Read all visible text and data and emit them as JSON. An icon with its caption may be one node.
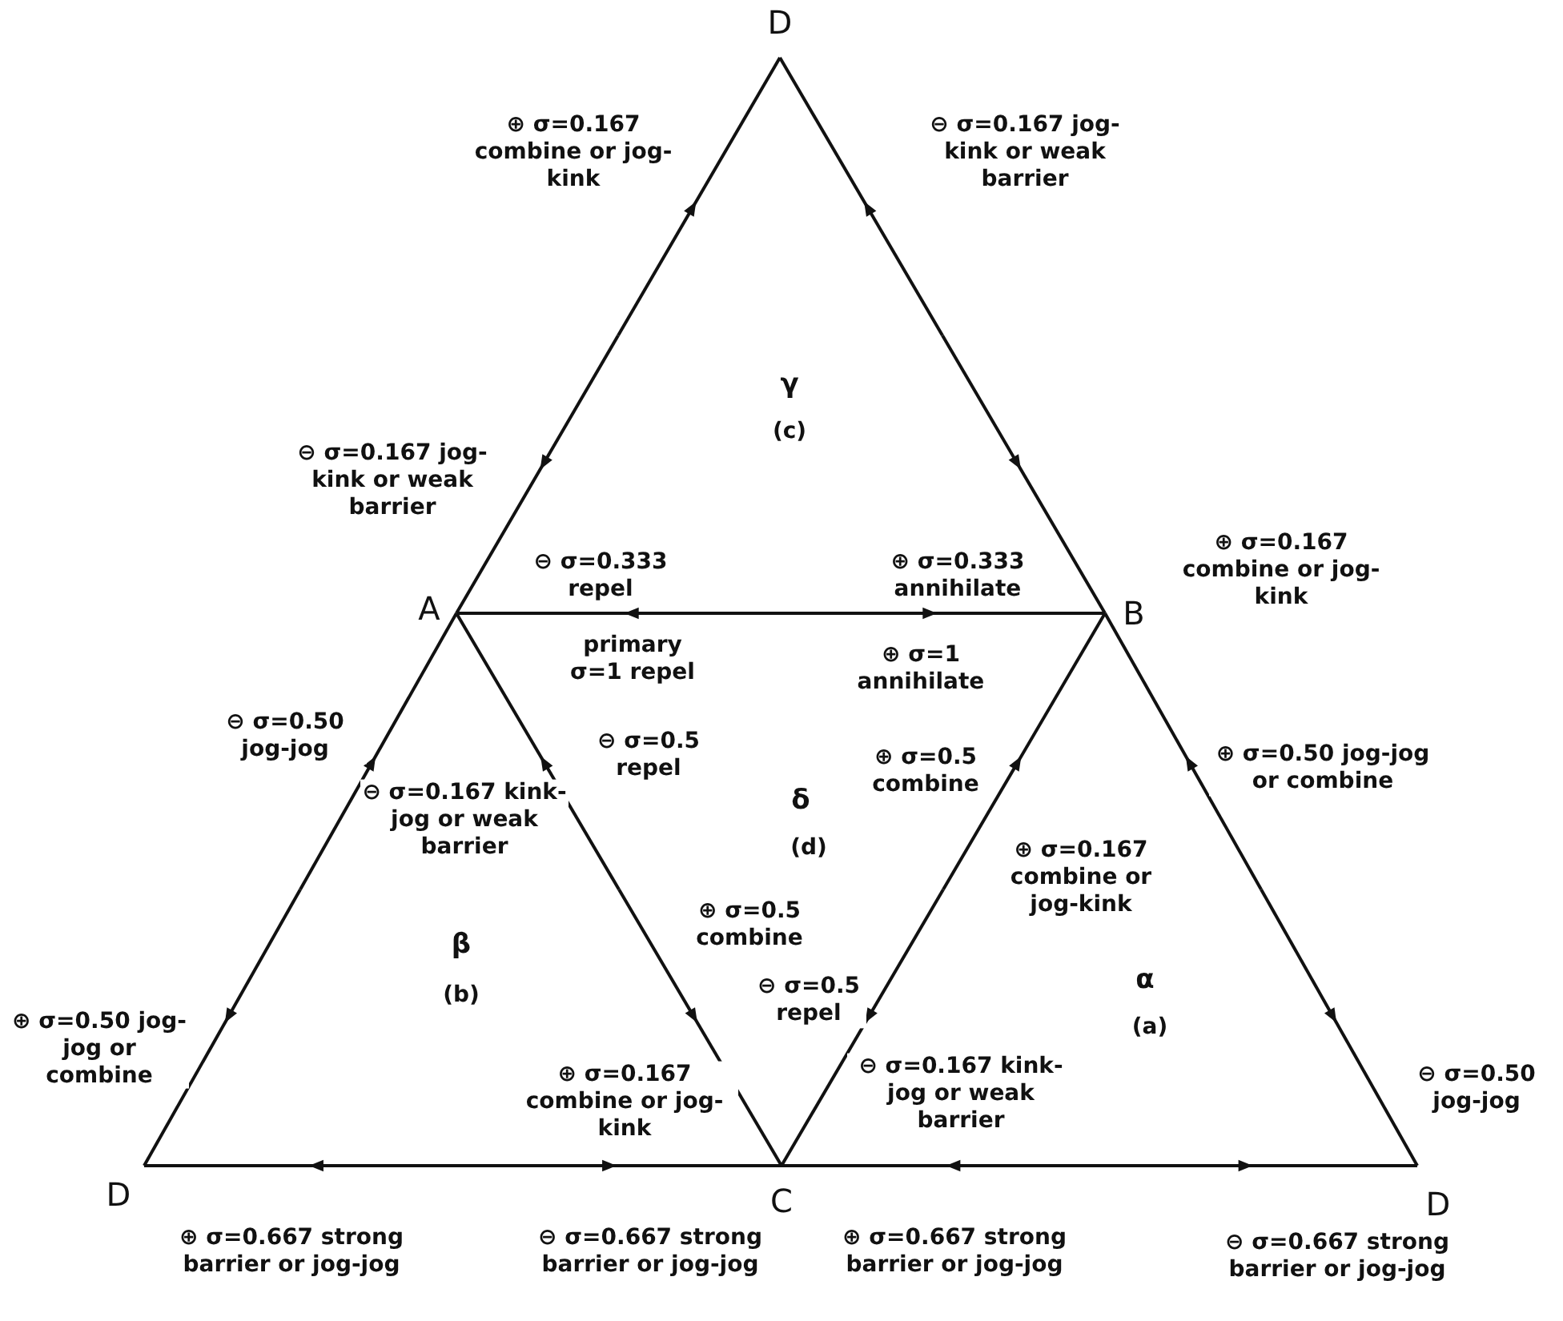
{
  "diagram": {
    "nodes": [
      {
        "text": [
          "D"
        ]
      },
      {
        "text": [
          "A"
        ]
      },
      {
        "text": [
          "B"
        ]
      },
      {
        "text": [
          "D"
        ]
      },
      {
        "text": [
          "C"
        ]
      },
      {
        "text": [
          "D"
        ]
      }
    ],
    "edges": [
      {
        "from": null,
        "to": 0,
        "arrow": "to",
        "label": "⊕ σ=0.167 combine or jog-kink"
      },
      {
        "from": null,
        "to": 1,
        "arrow": "to",
        "label": "⊖ σ=0.167 jog-kink or weak barrier"
      },
      {
        "from": null,
        "to": 0,
        "arrow": "to",
        "label": "⊖ σ=0.167 jog-kink or weak barrier"
      },
      {
        "from": null,
        "to": 2,
        "arrow": "to",
        "label": "⊕ σ=0.167 combine or jog-kink"
      },
      {
        "from": null,
        "to": 1,
        "arrow": "to",
        "label": "⊖ σ=0.333 repel"
      },
      {
        "from": null,
        "to": 2,
        "arrow": "to",
        "label": "⊕ σ=0.333 annihilate"
      },
      {
        "from": null,
        "to": 1,
        "arrow": "to",
        "label": "⊖ σ=0.50 jog-jog"
      },
      {
        "from": null,
        "to": 3,
        "arrow": "to",
        "label": "⊕ σ=0.50 jog-jog or combine"
      },
      {
        "from": null,
        "to": 1,
        "arrow": "to",
        "label": "⊖ σ=0.5 repel"
      },
      {
        "from": null,
        "to": 4,
        "arrow": "to",
        "label": "⊕ σ=0.5 combine"
      },
      {
        "from": null,
        "to": 3,
        "arrow": "to",
        "label": "⊕ σ=0.667 strong barrier or jog-jog"
      },
      {
        "from": null,
        "to": 4,
        "arrow": "to",
        "label": "⊖ σ=0.667 strong barrier or jog-jog"
      },
      {
        "from": null,
        "to": 2,
        "arrow": "to",
        "label": "⊕ σ=0.5 combine"
      },
      {
        "from": null,
        "to": 4,
        "arrow": "to",
        "label": "⊖ σ=0.5 repel"
      },
      {
        "from": null,
        "to": 2,
        "arrow": "to",
        "label": "⊕ σ=0.50 jog-jog or combine"
      },
      {
        "from": null,
        "to": 5,
        "arrow": "to",
        "label": "⊖ σ=0.50 jog-jog"
      },
      {
        "from": null,
        "to": 4,
        "arrow": "to",
        "label": "⊕ σ=0.667 strong barrier or jog-jog"
      },
      {
        "from": null,
        "to": 5,
        "arrow": "to",
        "label": "⊖ σ=0.667 strong barrier or jog-jog"
      }
    ],
    "labels": [
      "γ",
      "(c)",
      "primary σ=1 repel",
      "⊕ σ=1 annihilate",
      "⊖ σ=0.167 kink-jog or weak barrier",
      "δ",
      "(d)",
      "⊕ σ=0.167 combine or jog-kink",
      "β",
      "(b)",
      "α",
      "(a)",
      "⊕ σ=0.167 combine or jog-kink",
      "⊖ σ=0.167 kink-jog or weak barrier"
    ]
  }
}
